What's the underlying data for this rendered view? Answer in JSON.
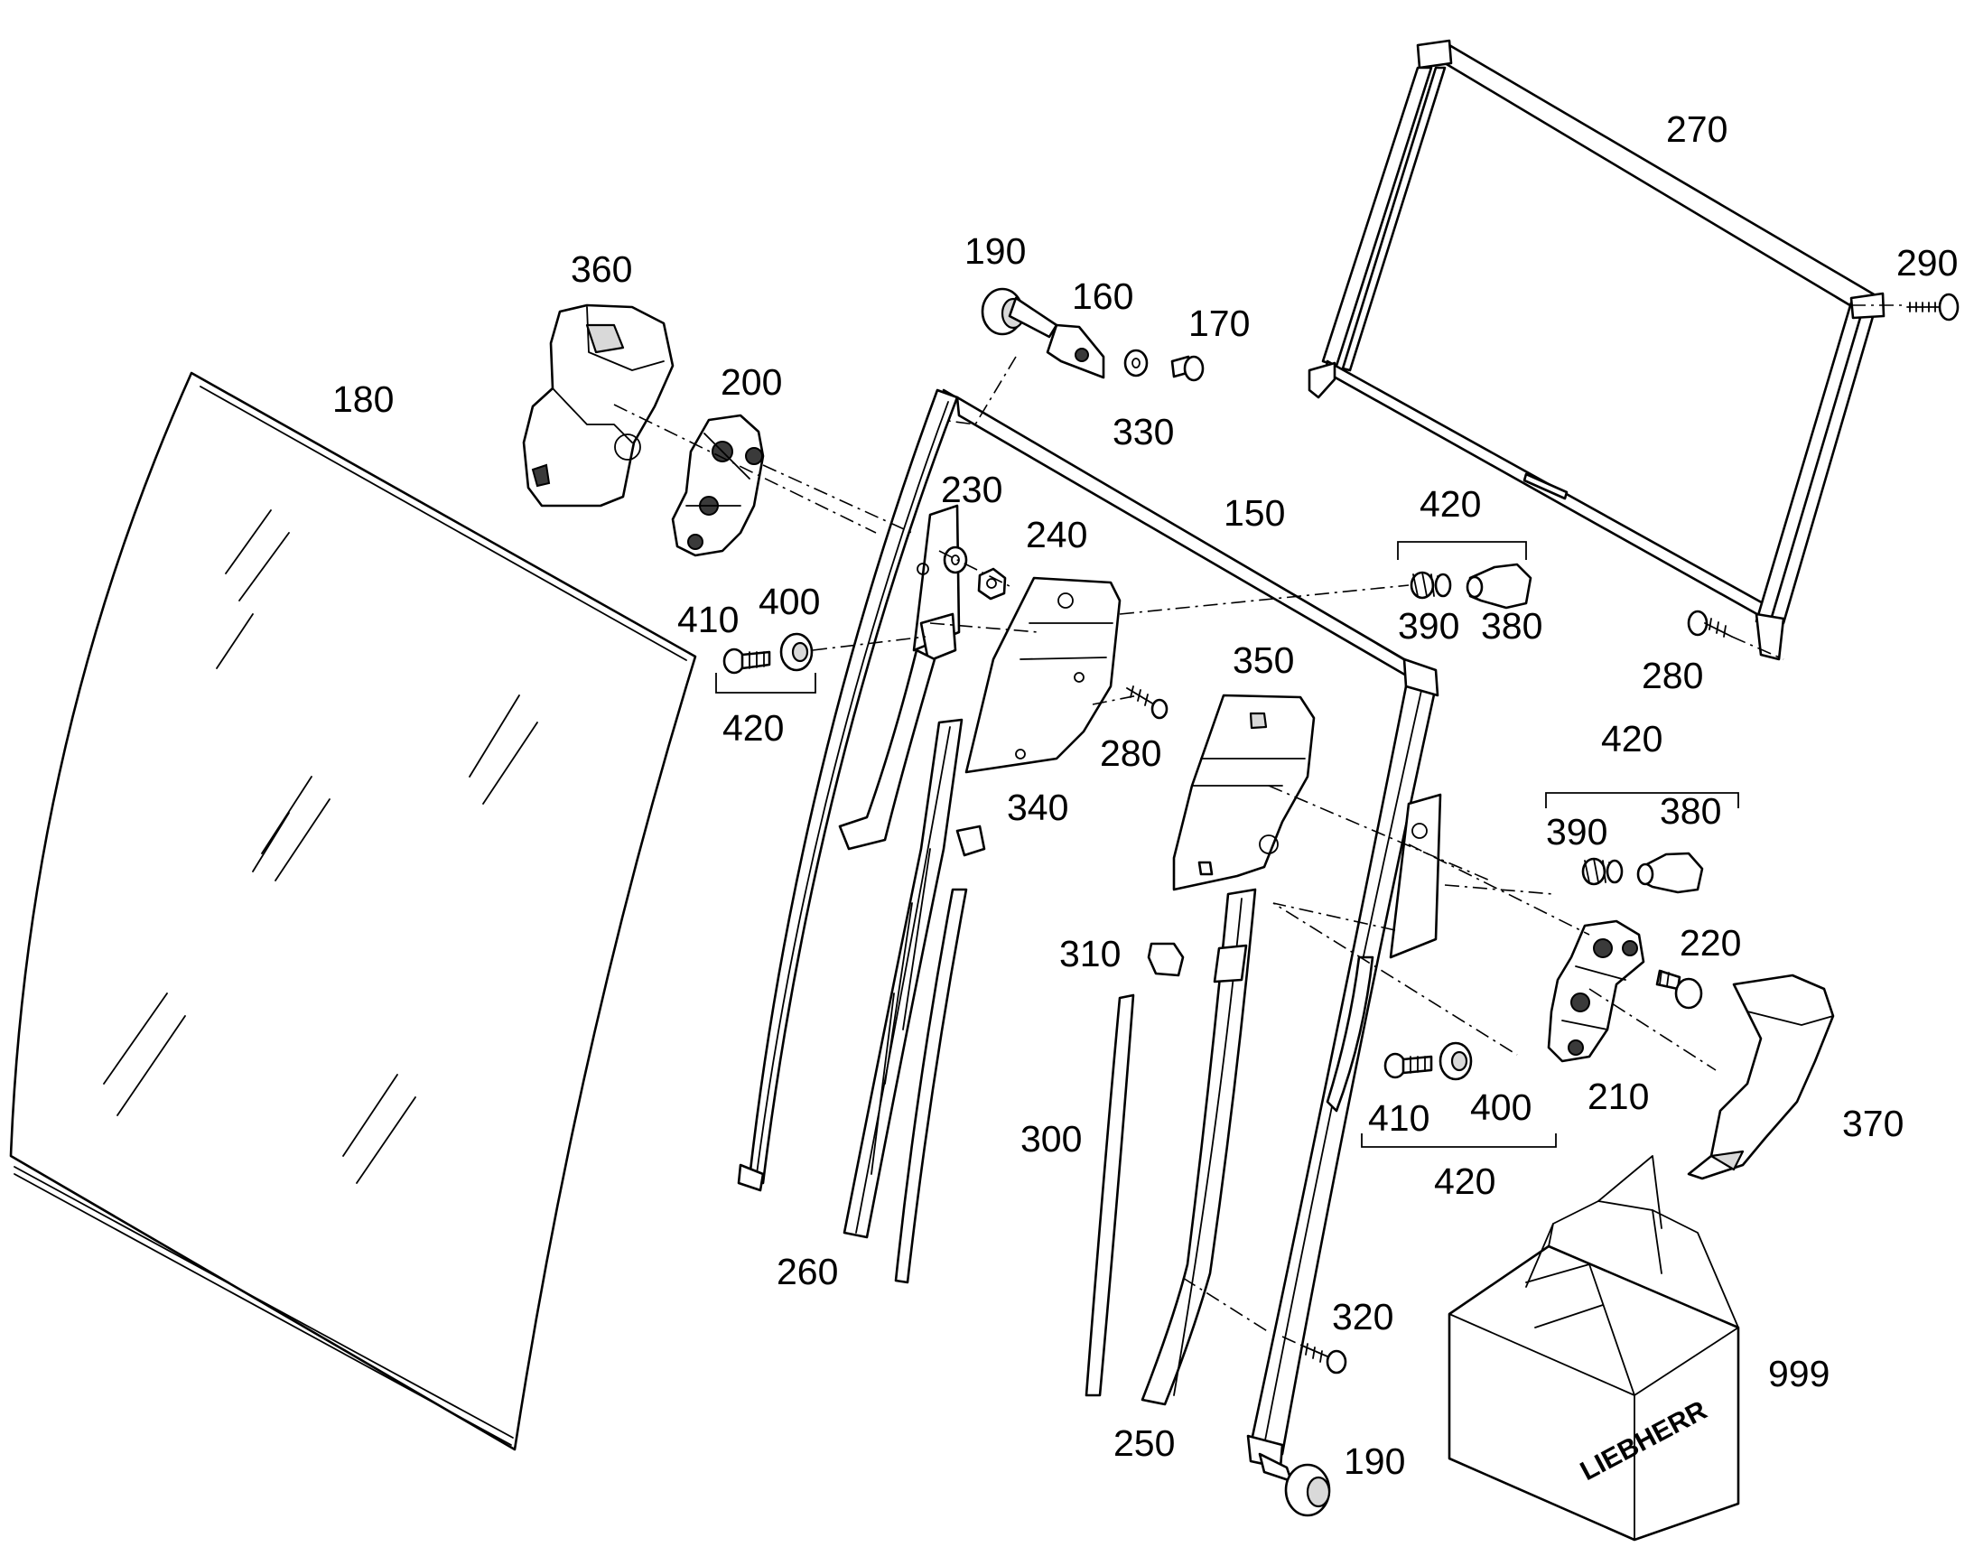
{
  "diagram": {
    "callouts": [
      {
        "id": "c-270",
        "text": "270"
      },
      {
        "id": "c-290",
        "text": "290"
      },
      {
        "id": "c-190-top",
        "text": "190"
      },
      {
        "id": "c-160",
        "text": "160"
      },
      {
        "id": "c-170",
        "text": "170"
      },
      {
        "id": "c-360",
        "text": "360"
      },
      {
        "id": "c-200",
        "text": "200"
      },
      {
        "id": "c-330",
        "text": "330"
      },
      {
        "id": "c-180",
        "text": "180"
      },
      {
        "id": "c-230",
        "text": "230"
      },
      {
        "id": "c-240",
        "text": "240"
      },
      {
        "id": "c-150",
        "text": "150"
      },
      {
        "id": "c-420-a",
        "text": "420"
      },
      {
        "id": "c-410-a",
        "text": "410"
      },
      {
        "id": "c-400-a",
        "text": "400"
      },
      {
        "id": "c-390-a",
        "text": "390"
      },
      {
        "id": "c-380-a",
        "text": "380"
      },
      {
        "id": "c-420-b",
        "text": "420"
      },
      {
        "id": "c-350",
        "text": "350"
      },
      {
        "id": "c-280-a",
        "text": "280"
      },
      {
        "id": "c-280-b",
        "text": "280"
      },
      {
        "id": "c-420-c",
        "text": "420"
      },
      {
        "id": "c-340",
        "text": "340"
      },
      {
        "id": "c-390-b",
        "text": "390"
      },
      {
        "id": "c-380-b",
        "text": "380"
      },
      {
        "id": "c-310",
        "text": "310"
      },
      {
        "id": "c-220",
        "text": "220"
      },
      {
        "id": "c-300",
        "text": "300"
      },
      {
        "id": "c-210",
        "text": "210"
      },
      {
        "id": "c-410-b",
        "text": "410"
      },
      {
        "id": "c-400-b",
        "text": "400"
      },
      {
        "id": "c-370",
        "text": "370"
      },
      {
        "id": "c-420-d",
        "text": "420"
      },
      {
        "id": "c-260",
        "text": "260"
      },
      {
        "id": "c-320",
        "text": "320"
      },
      {
        "id": "c-999",
        "text": "999"
      },
      {
        "id": "c-250",
        "text": "250"
      },
      {
        "id": "c-190-bottom",
        "text": "190"
      }
    ],
    "box_brand": "LIEBHERR"
  }
}
